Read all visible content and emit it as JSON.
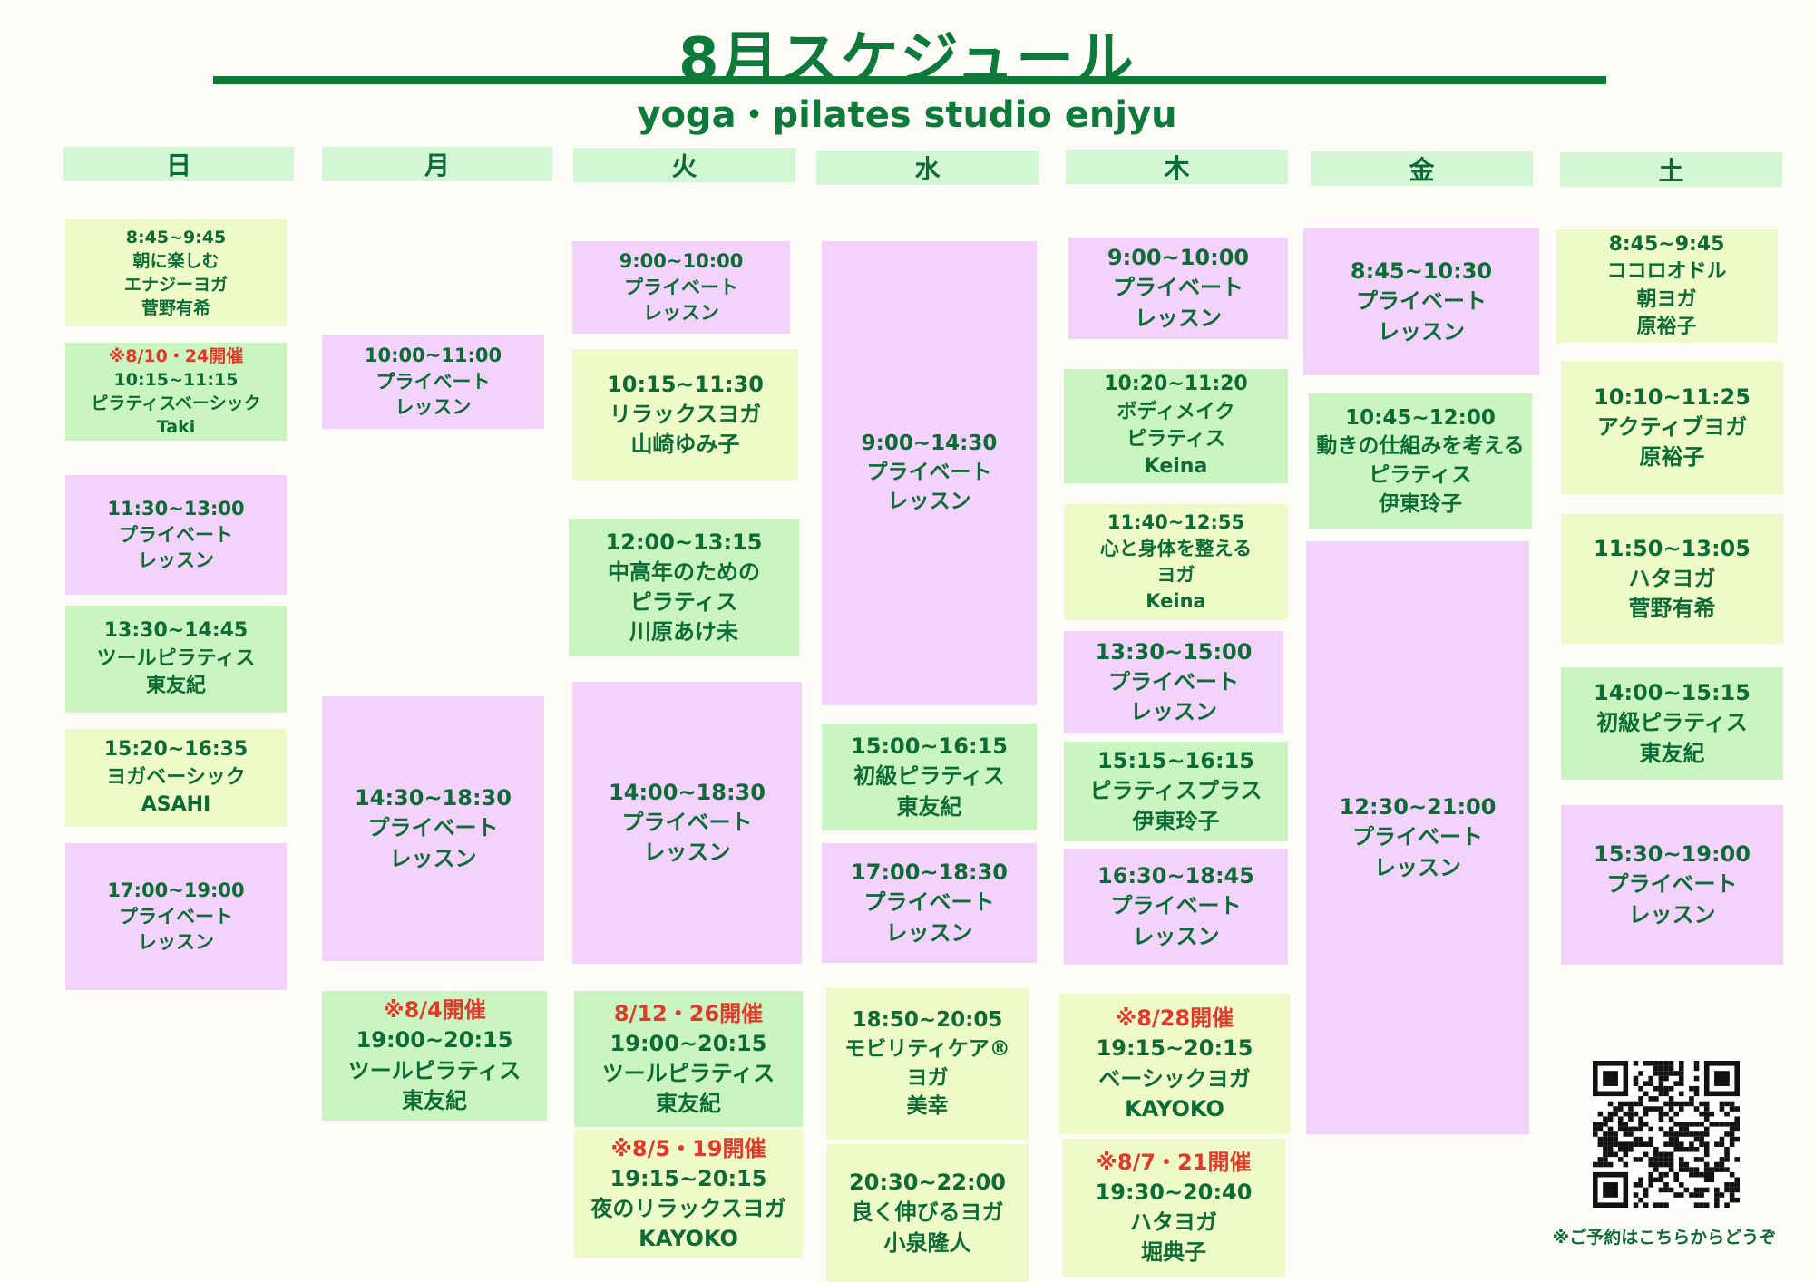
{
  "header": {
    "title": "8月スケジュール",
    "subtitle": "yoga・pilates studio enjyu"
  },
  "days": [
    "日",
    "月",
    "火",
    "水",
    "木",
    "金",
    "土"
  ],
  "classes": {
    "sun": [
      {
        "type": "yellow",
        "lines": [
          "8:45~9:45",
          "朝に楽しむ",
          "エナジーヨガ",
          "菅野有希"
        ]
      },
      {
        "type": "green",
        "note": "※8/10・24開催",
        "lines": [
          "10:15~11:15",
          "ピラティスベーシック",
          "Taki"
        ]
      },
      {
        "type": "pink",
        "lines": [
          "11:30~13:00",
          "プライベート",
          "レッスン"
        ]
      },
      {
        "type": "green",
        "lines": [
          "13:30~14:45",
          "ツールピラティス",
          "東友紀"
        ]
      },
      {
        "type": "yellow",
        "lines": [
          "15:20~16:35",
          "ヨガベーシック",
          "ASAHI"
        ]
      },
      {
        "type": "pink",
        "lines": [
          "17:00~19:00",
          "プライベート",
          "レッスン"
        ]
      }
    ],
    "mon": [
      {
        "type": "pink",
        "lines": [
          "10:00~11:00",
          "プライベート",
          "レッスン"
        ]
      },
      {
        "type": "pink",
        "lines": [
          "14:30~18:30",
          "プライベート",
          "レッスン"
        ]
      },
      {
        "type": "green",
        "note": "※8/4開催",
        "lines": [
          "19:00~20:15",
          "ツールピラティス",
          "東友紀"
        ]
      }
    ],
    "tue": [
      {
        "type": "pink",
        "lines": [
          "9:00~10:00",
          "プライベート",
          "レッスン"
        ]
      },
      {
        "type": "yellow",
        "lines": [
          "10:15~11:30",
          "リラックスヨガ",
          "山崎ゆみ子"
        ]
      },
      {
        "type": "green",
        "lines": [
          "12:00~13:15",
          "中高年のための",
          "ピラティス",
          "川原あけ未"
        ]
      },
      {
        "type": "pink",
        "lines": [
          "14:00~18:30",
          "プライベート",
          "レッスン"
        ]
      },
      {
        "type": "green",
        "note": "8/12・26開催",
        "lines": [
          "19:00~20:15",
          "ツールピラティス",
          "東友紀"
        ]
      },
      {
        "type": "yellow",
        "note": "※8/5・19開催",
        "lines": [
          "19:15~20:15",
          "夜のリラックスヨガ",
          "KAYOKO"
        ]
      }
    ],
    "wed": [
      {
        "type": "pink",
        "lines": [
          "9:00~14:30",
          "プライベート",
          "レッスン"
        ]
      },
      {
        "type": "green",
        "lines": [
          "15:00~16:15",
          "初級ピラティス",
          "東友紀"
        ]
      },
      {
        "type": "pink",
        "lines": [
          "17:00~18:30",
          "プライベート",
          "レッスン"
        ]
      },
      {
        "type": "yellow",
        "lines": [
          "18:50~20:05",
          "モビリティケア®",
          "ヨガ",
          "美幸"
        ]
      },
      {
        "type": "yellow",
        "lines": [
          "20:30~22:00",
          "良く伸びるヨガ",
          "小泉隆人"
        ]
      }
    ],
    "thu": [
      {
        "type": "pink",
        "lines": [
          "9:00~10:00",
          "プライベート",
          "レッスン"
        ]
      },
      {
        "type": "green",
        "lines": [
          "10:20~11:20",
          "ボディメイク",
          "ピラティス",
          "Keina"
        ]
      },
      {
        "type": "yellow",
        "lines": [
          "11:40~12:55",
          "心と身体を整える",
          "ヨガ",
          "Keina"
        ]
      },
      {
        "type": "pink",
        "lines": [
          "13:30~15:00",
          "プライベート",
          "レッスン"
        ]
      },
      {
        "type": "green",
        "lines": [
          "15:15~16:15",
          "ピラティスプラス",
          "伊東玲子"
        ]
      },
      {
        "type": "pink",
        "lines": [
          "16:30~18:45",
          "プライベート",
          "レッスン"
        ]
      },
      {
        "type": "yellow",
        "note": "※8/28開催",
        "lines": [
          "19:15~20:15",
          "ベーシックヨガ",
          "KAYOKO"
        ]
      },
      {
        "type": "yellow",
        "note": "※8/7・21開催",
        "lines": [
          "19:30~20:40",
          "ハタヨガ",
          "堀典子"
        ]
      }
    ],
    "fri": [
      {
        "type": "pink",
        "lines": [
          "8:45~10:30",
          "プライベート",
          "レッスン"
        ]
      },
      {
        "type": "green",
        "lines": [
          "10:45~12:00",
          "動きの仕組みを考える",
          "ピラティス",
          "伊東玲子"
        ]
      },
      {
        "type": "pink",
        "lines": [
          "12:30~21:00",
          "プライベート",
          "レッスン"
        ]
      }
    ],
    "sat": [
      {
        "type": "yellow",
        "lines": [
          "8:45~9:45",
          "ココロオドル",
          "朝ヨガ",
          "原裕子"
        ]
      },
      {
        "type": "yellow",
        "lines": [
          "10:10~11:25",
          "アクティブヨガ",
          "原裕子"
        ]
      },
      {
        "type": "yellow",
        "lines": [
          "11:50~13:05",
          "ハタヨガ",
          "菅野有希"
        ]
      },
      {
        "type": "green",
        "lines": [
          "14:00~15:15",
          "初級ピラティス",
          "東友紀"
        ]
      },
      {
        "type": "pink",
        "lines": [
          "15:30~19:00",
          "プライベート",
          "レッスン"
        ]
      }
    ]
  },
  "reservation": {
    "caption": "※ご予約はこちらからどうぞ"
  }
}
